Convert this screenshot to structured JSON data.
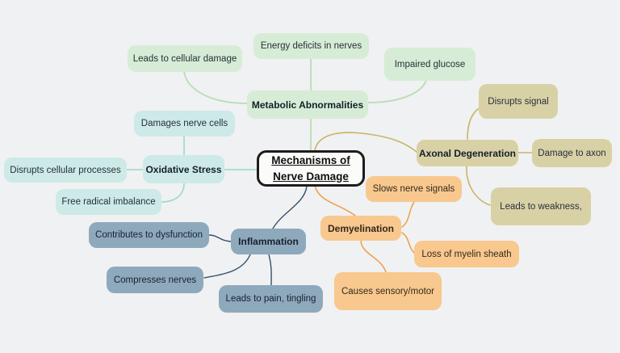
{
  "background_color": "#f0f1f2",
  "center": {
    "line1": "Mechanisms of",
    "line2": "Nerve Damage"
  },
  "palette": {
    "metabolic_fill": "#d7ecd6",
    "metabolic_edge": "#b9dcb4",
    "oxidative_fill": "#cdeae8",
    "oxidative_edge": "#a6d9d3",
    "axonal_fill": "#d9d1a6",
    "axonal_edge": "#c8b467",
    "inflammation_fill": "#8fa9bc",
    "inflammation_edge": "#33516b",
    "demyelination_fill": "#f8c88f",
    "demyelination_edge": "#eda24f",
    "center_border": "#1c1c1c",
    "center_fill": "#fbfbfa"
  },
  "branches": {
    "metabolic": {
      "label": "Metabolic Abnormalities",
      "children": {
        "energy": "Energy deficits in nerves",
        "cellular": "Leads to cellular damage",
        "glucose": "Impaired glucose"
      }
    },
    "oxidative": {
      "label": "Oxidative Stress",
      "children": {
        "damages": "Damages nerve cells",
        "processes": "Disrupts cellular processes",
        "radical": "Free radical imbalance"
      }
    },
    "axonal": {
      "label": "Axonal Degeneration",
      "children": {
        "signal": "Disrupts signal",
        "axon": "Damage to axon",
        "weakness": "Leads to weakness,"
      }
    },
    "inflammation": {
      "label": "Inflammation",
      "children": {
        "dysfunction": "Contributes to dysfunction",
        "compresses": "Compresses nerves",
        "pain": "Leads to pain, tingling"
      }
    },
    "demyelination": {
      "label": "Demyelination",
      "children": {
        "slows": "Slows nerve signals",
        "myelin": "Loss of myelin sheath",
        "sensory": "Causes sensory/motor"
      }
    }
  }
}
